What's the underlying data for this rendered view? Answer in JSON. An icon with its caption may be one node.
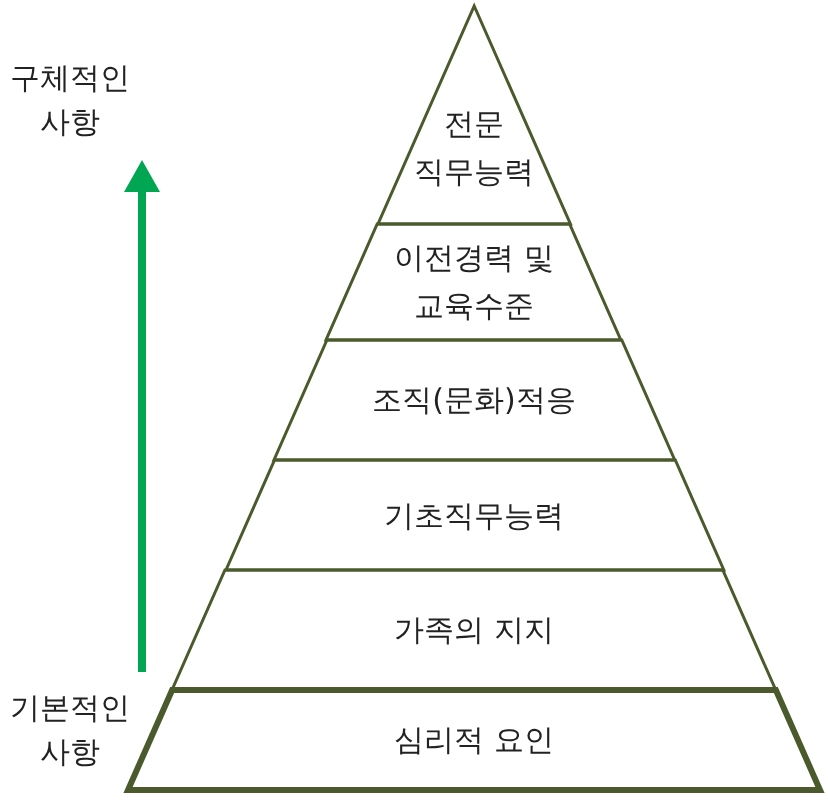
{
  "diagram": {
    "nodes": [
      {
        "text": [
          "전문 직무능력"
        ]
      },
      {
        "text": [
          "이전경력 및 교육수준"
        ]
      },
      {
        "text": [
          "조직(문화)적응"
        ]
      },
      {
        "text": [
          "기초직무능력"
        ]
      },
      {
        "text": [
          "가족의 지지"
        ]
      },
      {
        "text": [
          "심리적 요인"
        ]
      }
    ],
    "labels": [
      "구체적인 사항",
      "기본적인 사항"
    ]
  }
}
